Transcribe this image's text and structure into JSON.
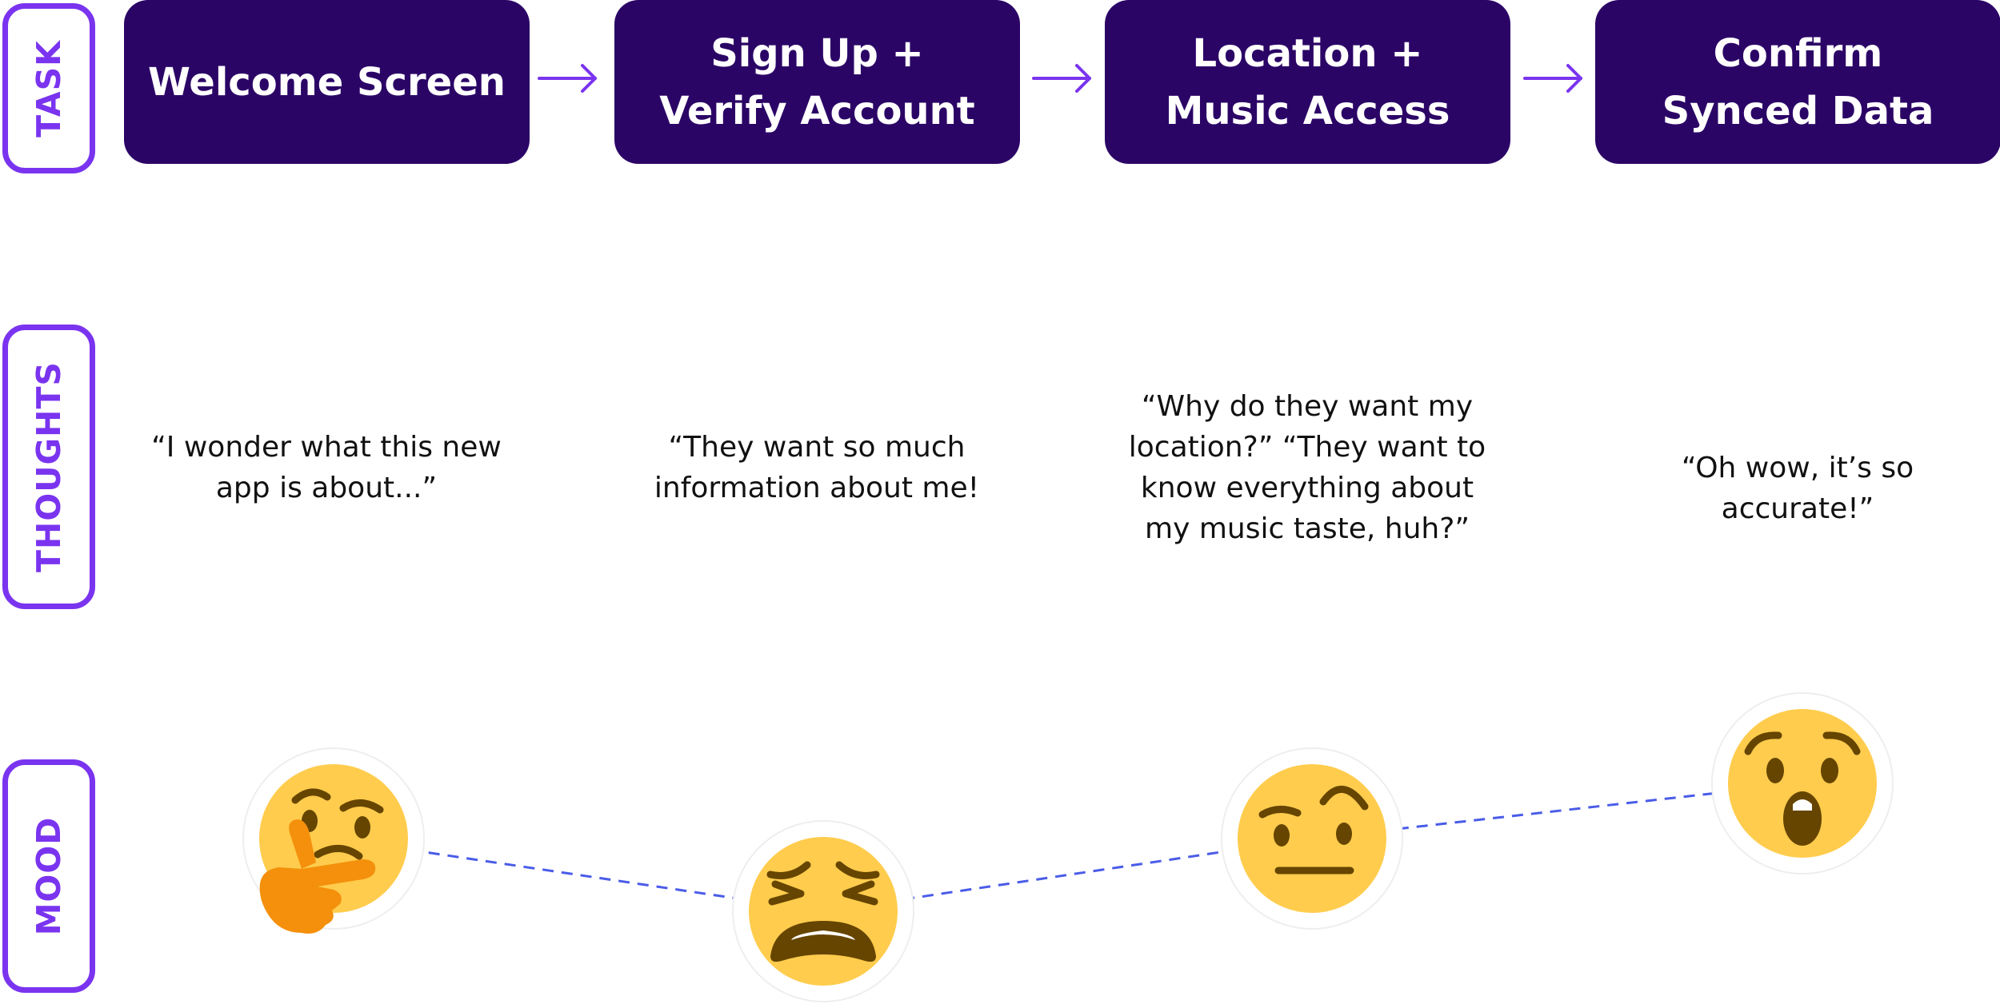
{
  "rows": {
    "task": "TASK",
    "thoughts": "THOUGHTS",
    "mood": "MOOD"
  },
  "tasks": [
    {
      "line1": "Welcome Screen",
      "line2": ""
    },
    {
      "line1": "Sign Up +",
      "line2": "Verify Account"
    },
    {
      "line1": "Location +",
      "line2": "Music Access"
    },
    {
      "line1": "Confirm",
      "line2": "Synced Data"
    }
  ],
  "thoughts": [
    [
      "“I wonder what this new",
      "app is about...”"
    ],
    [
      "“They want so much",
      "information about me!"
    ],
    [
      "“Why do they want my",
      "location?” “They want to",
      "know everything about",
      "my music taste, huh?”"
    ],
    [
      "“Oh wow, it’s so",
      "accurate!”"
    ]
  ],
  "moods": [
    {
      "stage": "Welcome Screen",
      "icon": "thinking-face-icon"
    },
    {
      "stage": "Sign Up + Verify Account",
      "icon": "weary-face-icon"
    },
    {
      "stage": "Location + Music Access",
      "icon": "face-with-raised-eyebrow-icon"
    },
    {
      "stage": "Confirm Synced Data",
      "icon": "hushed-face-icon"
    }
  ],
  "colors": {
    "task_box": "#2b0566",
    "label_outline": "#7a34ef",
    "arrow": "#7a34ef",
    "mood_line": "#4a5ce8",
    "emoji_face": "#ffcc4d",
    "emoji_feature": "#664500",
    "emoji_hand": "#f4900c"
  }
}
